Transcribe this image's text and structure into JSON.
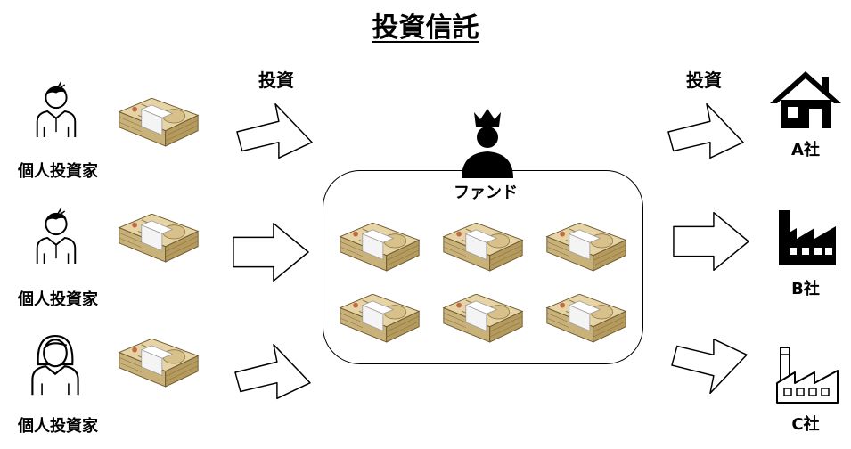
{
  "title": "投資信託",
  "investors": [
    {
      "label": "個人投資家",
      "gender": "male"
    },
    {
      "label": "個人投資家",
      "gender": "male"
    },
    {
      "label": "個人投資家",
      "gender": "female"
    }
  ],
  "invest_label_left": "投資",
  "invest_label_right": "投資",
  "fund": {
    "label": "ファンド",
    "money_stacks": 6
  },
  "companies": [
    {
      "label": "A社",
      "icon": "house-icon"
    },
    {
      "label": "B社",
      "icon": "factory-icon"
    },
    {
      "label": "C社",
      "icon": "factory-outline-icon"
    }
  ],
  "colors": {
    "money": "#e6d4a6",
    "money_dark": "#b59a5e",
    "band": "#ffffff",
    "ink": "#000000"
  }
}
